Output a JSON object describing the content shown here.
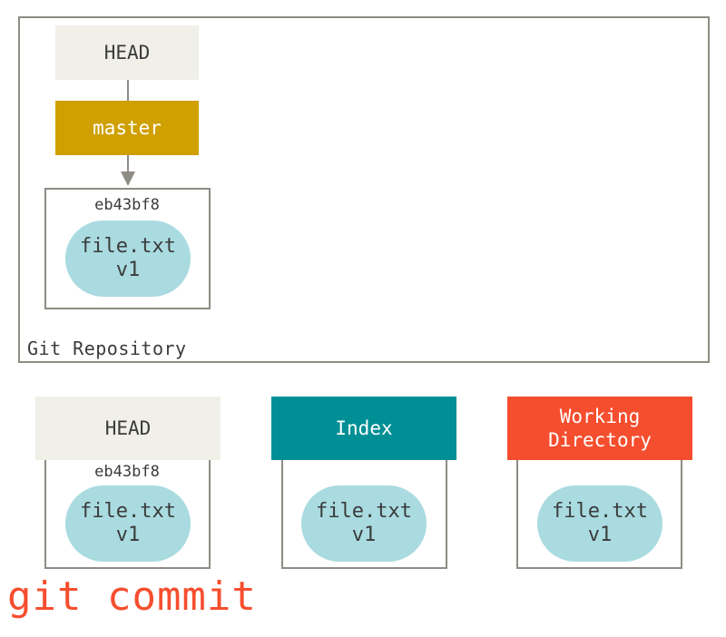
{
  "repository": {
    "label": "Git Repository",
    "head_label": "HEAD",
    "branch_label": "master",
    "commit": {
      "hash": "eb43bf8",
      "blob_name": "file.txt",
      "blob_version": "v1"
    }
  },
  "trees": [
    {
      "title": "HEAD",
      "hash": "eb43bf8",
      "blob_name": "file.txt",
      "blob_version": "v1"
    },
    {
      "title": "Index",
      "blob_name": "file.txt",
      "blob_version": "v1"
    },
    {
      "title": "Working\nDirectory",
      "blob_name": "file.txt",
      "blob_version": "v1"
    }
  ],
  "command": "git commit",
  "colors": {
    "head": "#f0efe8",
    "branch": "#cfa000",
    "index": "#008f95",
    "working_directory": "#f54e2e",
    "blob": "#a9dbe0",
    "border": "#8f8c85",
    "command_text": "#f54e2e"
  }
}
